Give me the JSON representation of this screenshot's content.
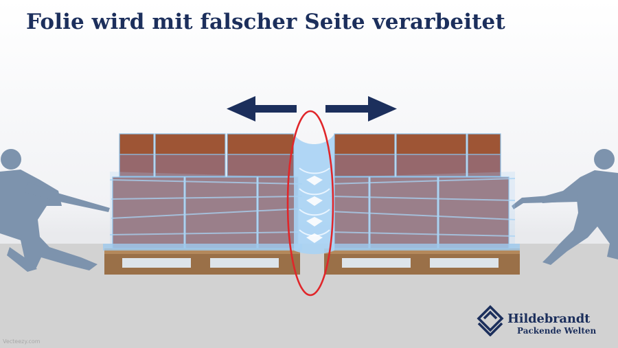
{
  "title": "Folie wird mit falscher Seite verarbeitet",
  "logo": {
    "name": "Hildebrandt",
    "tagline": "Packende Welten",
    "color": "#1c2f5c"
  },
  "watermark": "Vecteezy.com",
  "colors": {
    "title": "#1c2f5c",
    "arrows": "#1c2f5c",
    "highlight_ellipse": "#e0262a",
    "boxes": "#96686c",
    "top_boxes": "#9e5535",
    "pallet": "#9a7048",
    "stretch_film": "#a9d3f4",
    "figures": "#7d93ad",
    "floor": "#d2d2d2"
  },
  "icons": [
    "arrow-left-icon",
    "arrow-right-icon",
    "person-pulling-left-icon",
    "person-pulling-right-icon",
    "hildebrandt-logo-icon"
  ]
}
